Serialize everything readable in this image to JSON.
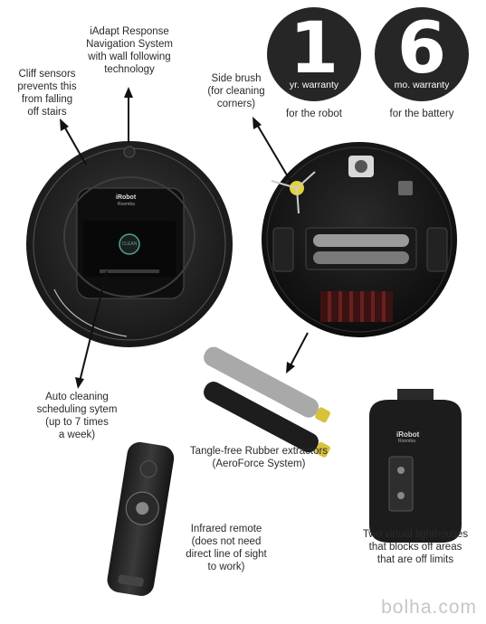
{
  "captions": {
    "cliff": [
      "Cliff sensors",
      "prevents this",
      "from falling",
      "off stairs"
    ],
    "iadapt": [
      "iAdapt Response",
      "Navigation System",
      "with wall following",
      "technology"
    ],
    "side_brush": [
      "Side brush",
      "(for cleaning",
      "corners)"
    ],
    "auto_cleaning": [
      "Auto cleaning",
      "scheduling sytem",
      "(up to 7 times",
      "a week)"
    ],
    "extractors": [
      "Tangle-free Rubber extractors",
      "(AeroForce System)"
    ],
    "remote": [
      "Infrared remote",
      "(does not need",
      "direct line of sight",
      "to work)"
    ],
    "lighthouses": [
      "Two virtual lighthouses",
      "that blocks off areas",
      "that are off limits"
    ]
  },
  "warranty": [
    {
      "number": "1",
      "unit": "yr. warranty",
      "for": "for the robot"
    },
    {
      "number": "6",
      "unit": "mo. warranty",
      "for": "for the battery"
    }
  ],
  "logos": {
    "robot": "iRobot",
    "robot_sub": "Roomba",
    "clean": "CLEAN",
    "lighthouse": "iRobot",
    "lighthouse_sub": "Roomba"
  },
  "watermark": "bolha.com"
}
